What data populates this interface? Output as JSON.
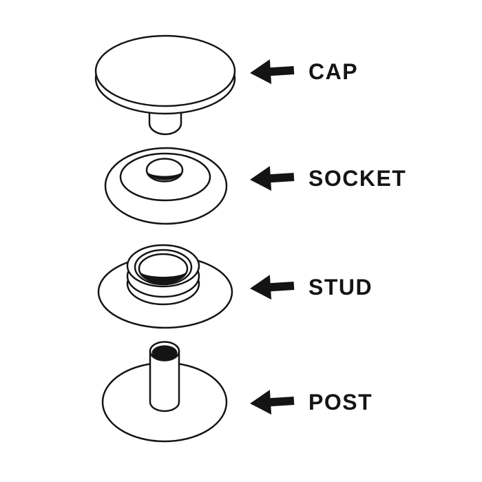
{
  "diagram": {
    "type": "exploded-parts-diagram",
    "subject": "snap-fastener-components",
    "colors": {
      "background": "#ffffff",
      "line": "#141414",
      "fill": "#ffffff",
      "label_text": "#141414",
      "arrow": "#141414"
    },
    "items": [
      {
        "id": "cap",
        "label": "CAP",
        "icon": "arrow-left-icon"
      },
      {
        "id": "socket",
        "label": "SOCKET",
        "icon": "arrow-left-icon"
      },
      {
        "id": "stud",
        "label": "STUD",
        "icon": "arrow-left-icon"
      },
      {
        "id": "post",
        "label": "POST",
        "icon": "arrow-left-icon"
      }
    ]
  }
}
